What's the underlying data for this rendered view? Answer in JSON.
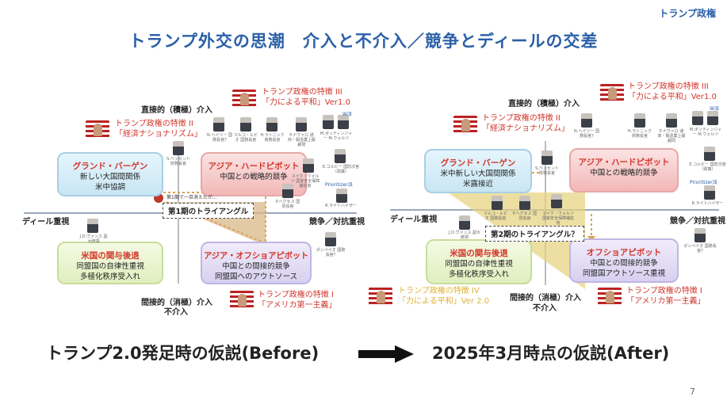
{
  "header": {
    "corner": "トランプ政権",
    "title": "トランプ外交の思潮　介入と不介入／競争とディールの交差"
  },
  "axes": {
    "top": "直接的（積極）介入",
    "bottom1": "間接的（消極）介入",
    "bottom2": "不介入",
    "left": "ディール重視",
    "right": "競争／対抗重視"
  },
  "features": {
    "f1": {
      "l1": "トランプ政権の特徴 I",
      "l2": "「アメリカ第一主義」"
    },
    "f2": {
      "l1": "トランプ政権の特徴 II",
      "l2": "「経済ナショナリズム」"
    },
    "f3": {
      "l1": "トランプ政権の特徴 III",
      "l2": "「力による平和」Ver1.0"
    },
    "f4": {
      "l1": "トランプ政権の特徴 IV",
      "l2": "「力による平和」Ver 2.0"
    }
  },
  "before": {
    "gb": {
      "h": "グランド・バーゲン",
      "l1": "新しい大国間関係",
      "l2": "米中協調"
    },
    "hp": {
      "h": "アジア・ハードピボット",
      "l1": "中国との戦略的競争"
    },
    "rt": {
      "h": "米国の関与後退",
      "l1": "同盟国の自律性重視",
      "l2": "多極化秩序受入れ"
    },
    "op": {
      "h": "アジア・オフショアピボット",
      "l1": "中国との間接的競争",
      "l2": "同盟国へのアウトソース"
    },
    "triangle": "第1期のトライアングル",
    "note": "第1期で一旦消えたが…",
    "caption": "トランプ2.0発足時の仮説(Before)"
  },
  "after": {
    "gb": {
      "h": "グランド・バーゲン",
      "l1": "米中新しい大国間関係",
      "l2": "米露接近"
    },
    "hp": {
      "h": "アジア・ハードピボット",
      "l1": "中国との戦略的競争"
    },
    "rt": {
      "h": "米国の関与後退",
      "l1": "同盟国の自律性重視",
      "l2": "多極化秩序受入れ"
    },
    "op": {
      "h": "オフショアピボット",
      "l1": "中国との間接的競争",
      "l2": "同盟国アウトソース重視"
    },
    "triangle": "第2期のトライアングル？",
    "caption": "2025年3月時点の仮説(After)"
  },
  "people": {
    "haley": "N.ヘイリー 国務長官?",
    "rubio": "マルコ・ルビオ 国務長官",
    "lutnick": "H.ラトニック 商務長官",
    "navarro": "P.ナヴァロ 通商・製造業上級顧問",
    "waltz2": "M.ポッティンジャー M.ウォルツ",
    "hegseth": "P.ヘグセス 国防長官",
    "colby": "E.コルビー 国防次官（政策）",
    "prioritizer": "Prioritizer派",
    "waltz": "マイク・ウォルツ 国家安全保障補佐官",
    "lighthizer": "R.ライトハイザー",
    "vance": "J.D.ヴァンス 副大統領",
    "pompeo": "ポンペイオ 国務長官?",
    "bessent": "S.ベッセント 財務長官",
    "w": "W派"
  },
  "page": "7",
  "colors": {
    "title": "#2a5fa8",
    "accent": "#d2352b",
    "yellow": "#e0b233"
  }
}
